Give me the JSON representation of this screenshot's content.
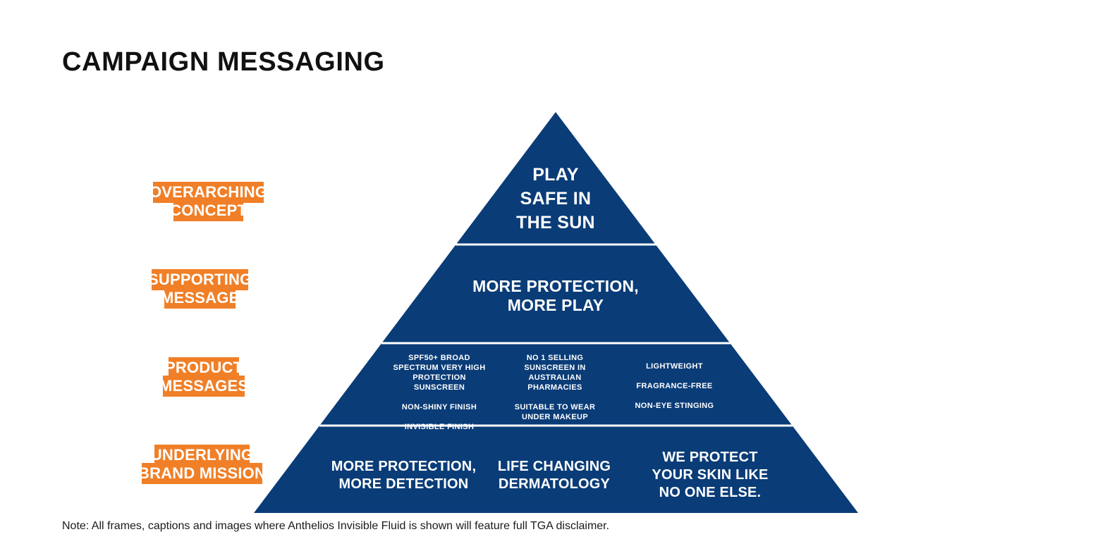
{
  "colors": {
    "brand_blue": "#0A3C77",
    "accent_orange": "#F07F27",
    "text_dark": "#111111",
    "white": "#FFFFFF",
    "background": "#FFFFFF"
  },
  "header": {
    "title": "CAMPAIGN MESSAGING"
  },
  "tier_labels": [
    {
      "id": "overarching-concept",
      "line1": "OVERARCHING",
      "line2": "CONCEPT"
    },
    {
      "id": "supporting-message",
      "line1": "SUPPORTING",
      "line2": "MESSAGE"
    },
    {
      "id": "product-messages",
      "line1": "PRODUCT",
      "line2": "MESSAGES"
    },
    {
      "id": "underlying-brand-mission",
      "line1": "UNDERLYING",
      "line2": "BRAND MISSION"
    }
  ],
  "pyramid": {
    "tier1": {
      "text": "PLAY\nSAFE IN\nTHE SUN"
    },
    "tier2": {
      "text": "MORE PROTECTION,\nMORE PLAY"
    },
    "tier3": {
      "col1": {
        "block1": "SPF50+ BROAD\nSPECTRUM VERY HIGH\nPROTECTION SUNSCREEN",
        "block2": "NON-SHINY FINISH",
        "block3": "INVISIBLE FINISH"
      },
      "col2": {
        "block1": "NO 1 SELLING\nSUNSCREEN IN\nAUSTRALIAN\nPHARMACIES",
        "block2": "SUITABLE TO WEAR\nUNDER MAKEUP"
      },
      "col3": {
        "block1": "LIGHTWEIGHT",
        "block2": "FRAGRANCE-FREE",
        "block3": "NON-EYE STINGING"
      }
    },
    "tier4": {
      "col1": "MORE PROTECTION,\nMORE DETECTION",
      "col2": "LIFE CHANGING\nDERMATOLOGY",
      "col3": "WE PROTECT\nYOUR SKIN LIKE\nNO ONE ELSE."
    }
  },
  "footnote": {
    "text": "Note: All frames, captions and images where Anthelios Invisible Fluid is shown will feature full TGA disclaimer."
  }
}
